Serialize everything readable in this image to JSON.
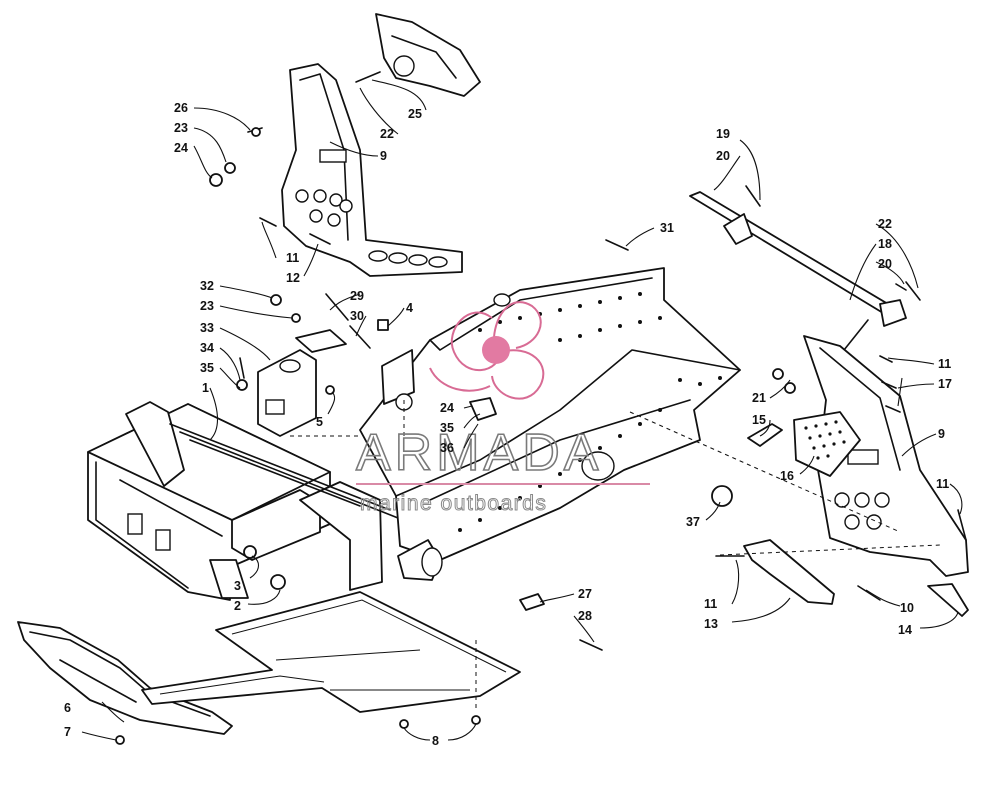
{
  "watermark": {
    "brand": "ARMADA",
    "tagline": "marine outboards",
    "logo_color": "#d86b94"
  },
  "callouts": {
    "c1": "1",
    "c2": "2",
    "c3": "3",
    "c4": "4",
    "c5": "5",
    "c6": "6",
    "c7": "7",
    "c8": "8",
    "c9a": "9",
    "c9b": "9",
    "c10": "10",
    "c11a": "11",
    "c11b": "11",
    "c11c": "11",
    "c11d": "11",
    "c12": "12",
    "c13": "13",
    "c14": "14",
    "c15": "15",
    "c16": "16",
    "c17": "17",
    "c18": "18",
    "c19": "19",
    "c20a": "20",
    "c20b": "20",
    "c21": "21",
    "c22a": "22",
    "c22b": "22",
    "c23a": "23",
    "c23b": "23",
    "c24a": "24",
    "c24b": "24",
    "c25": "25",
    "c26": "26",
    "c27": "27",
    "c28": "28",
    "c29": "29",
    "c30": "30",
    "c31": "31",
    "c32": "32",
    "c33": "33",
    "c34": "34",
    "c35a": "35",
    "c35b": "35",
    "c36": "36",
    "c37": "37"
  }
}
